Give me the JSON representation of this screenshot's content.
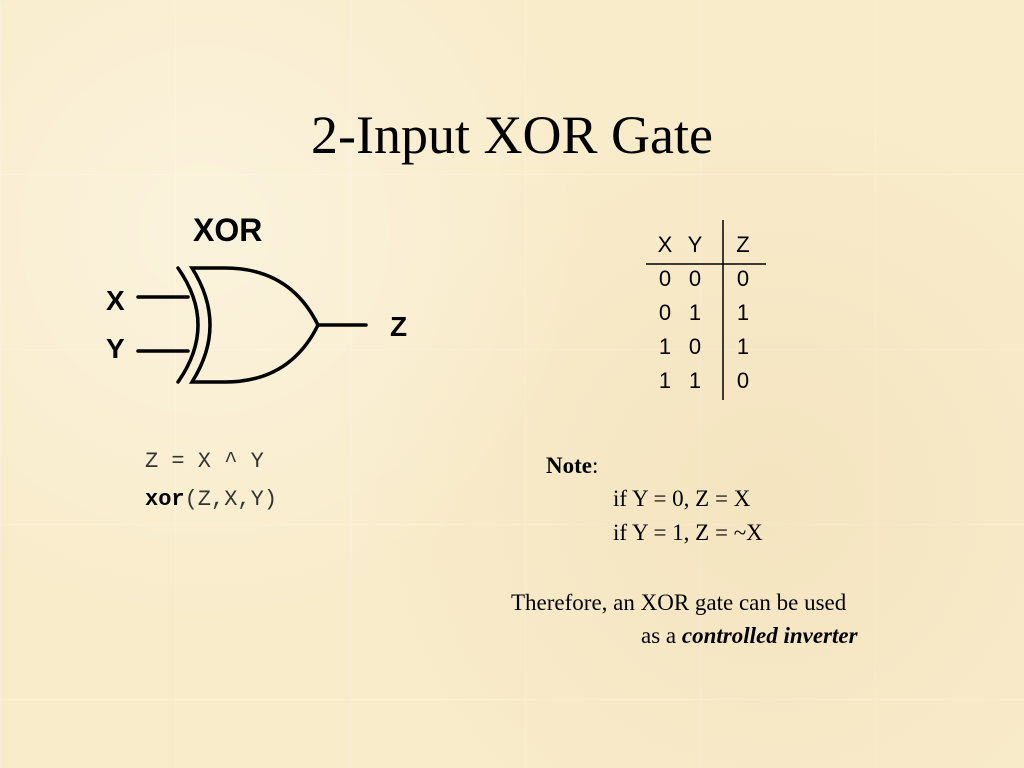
{
  "title": "2-Input XOR Gate",
  "gate": {
    "name": "XOR",
    "input_x": "X",
    "input_y": "Y",
    "output": "Z"
  },
  "truth_table": {
    "headers": [
      "X",
      "Y",
      "Z"
    ],
    "rows": [
      [
        "0",
        "0",
        "0"
      ],
      [
        "0",
        "1",
        "1"
      ],
      [
        "1",
        "0",
        "1"
      ],
      [
        "1",
        "1",
        "0"
      ]
    ]
  },
  "code": {
    "expression": "Z = X ^ Y",
    "call_keyword": "xor",
    "call_args": "(Z,X,Y)"
  },
  "note": {
    "label": "Note",
    "colon": ":",
    "line1": "if Y = 0, Z = X",
    "line2": "if Y = 1, Z = ~X",
    "conclusion_line1": "Therefore, an XOR gate can be used",
    "conclusion_prefix": "as a ",
    "conclusion_emphasis": "controlled inverter"
  }
}
